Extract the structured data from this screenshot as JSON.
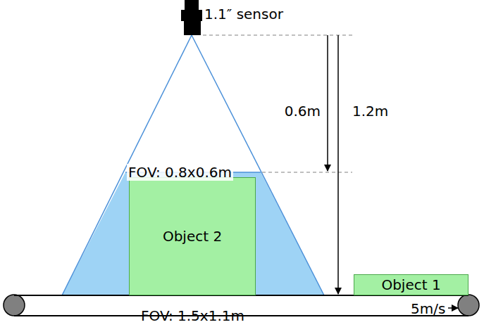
{
  "diagram": {
    "nodes": [
      {
        "text": [
          "Object 2"
        ]
      },
      {
        "text": [
          "Object 1"
        ]
      }
    ],
    "labels": [
      "1.1″ sensor",
      "0.6m",
      "1.2m",
      "FOV: 0.8x0.6m",
      "FOV: 1.5x1.1m",
      "5m/s"
    ]
  }
}
